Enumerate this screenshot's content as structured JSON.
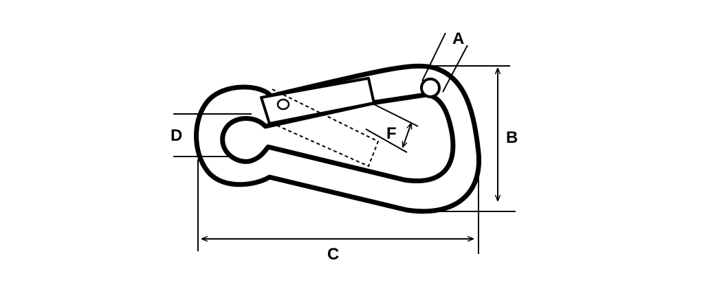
{
  "diagram": {
    "labels": {
      "a": "A",
      "b": "B",
      "c": "C",
      "d": "D",
      "f": "F"
    },
    "colors": {
      "stroke": "#000000",
      "background": "#ffffff"
    }
  }
}
